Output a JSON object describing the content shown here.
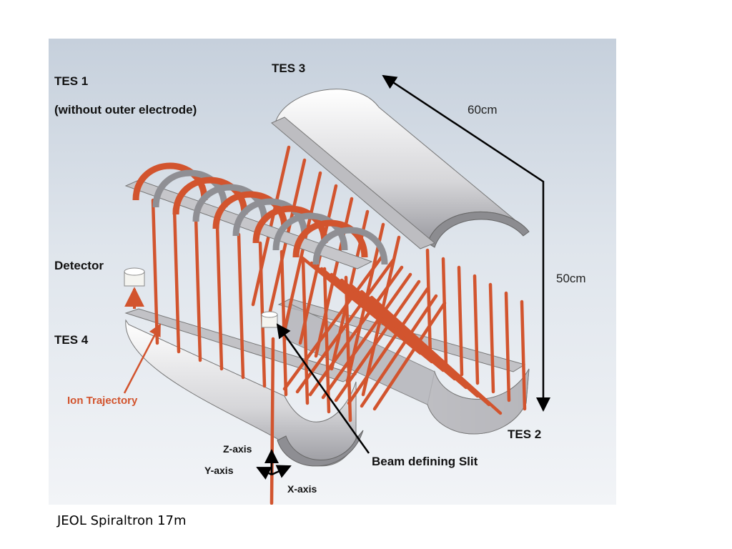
{
  "figure": {
    "labels": {
      "tes1": "TES 1",
      "tes1_note": "(without outer electrode)",
      "tes2": "TES 2",
      "tes3": "TES 3",
      "tes4": "TES 4",
      "detector": "Detector",
      "ion_trajectory": "Ion Trajectory",
      "beam_slit": "Beam defining Slit",
      "dim_60": "60cm",
      "dim_50": "50cm",
      "z_axis": "Z-axis",
      "y_axis": "Y-axis",
      "x_axis": "X-axis"
    },
    "colors": {
      "trajectory": "#d2542e",
      "electrode": "#c9c9cc",
      "accent_label": "#d2542e"
    }
  },
  "caption": "JEOL Spiraltron 17m"
}
